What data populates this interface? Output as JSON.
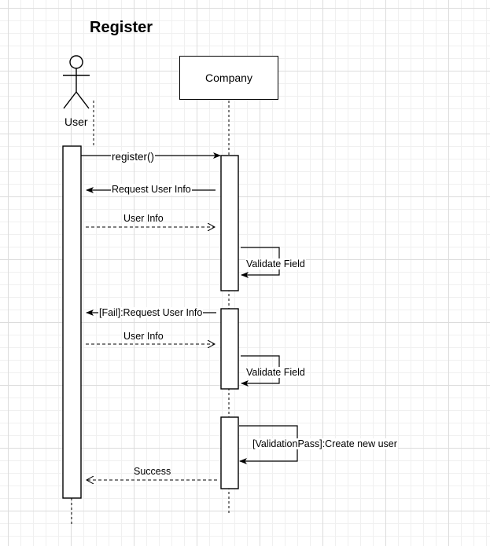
{
  "diagram": {
    "title": "Register",
    "participants": {
      "user": "User",
      "company": "Company"
    },
    "messages": [
      {
        "label": "register()",
        "from": "User",
        "to": "Company",
        "style": "solid"
      },
      {
        "label": "Request User Info",
        "from": "Company",
        "to": "User",
        "style": "solid"
      },
      {
        "label": "User Info",
        "from": "User",
        "to": "Company",
        "style": "dashed"
      },
      {
        "label": "Validate Field",
        "from": "Company",
        "to": "Company",
        "style": "solid"
      },
      {
        "label": "[Fail]:Request User Info",
        "from": "Company",
        "to": "User",
        "style": "solid"
      },
      {
        "label": "User Info",
        "from": "User",
        "to": "Company",
        "style": "dashed"
      },
      {
        "label": "Validate Field",
        "from": "Company",
        "to": "Company",
        "style": "solid"
      },
      {
        "label": "[ValidationPass]:Create new user",
        "from": "Company",
        "to": "Company",
        "style": "solid"
      },
      {
        "label": "Success",
        "from": "Company",
        "to": "User",
        "style": "dashed"
      }
    ]
  }
}
